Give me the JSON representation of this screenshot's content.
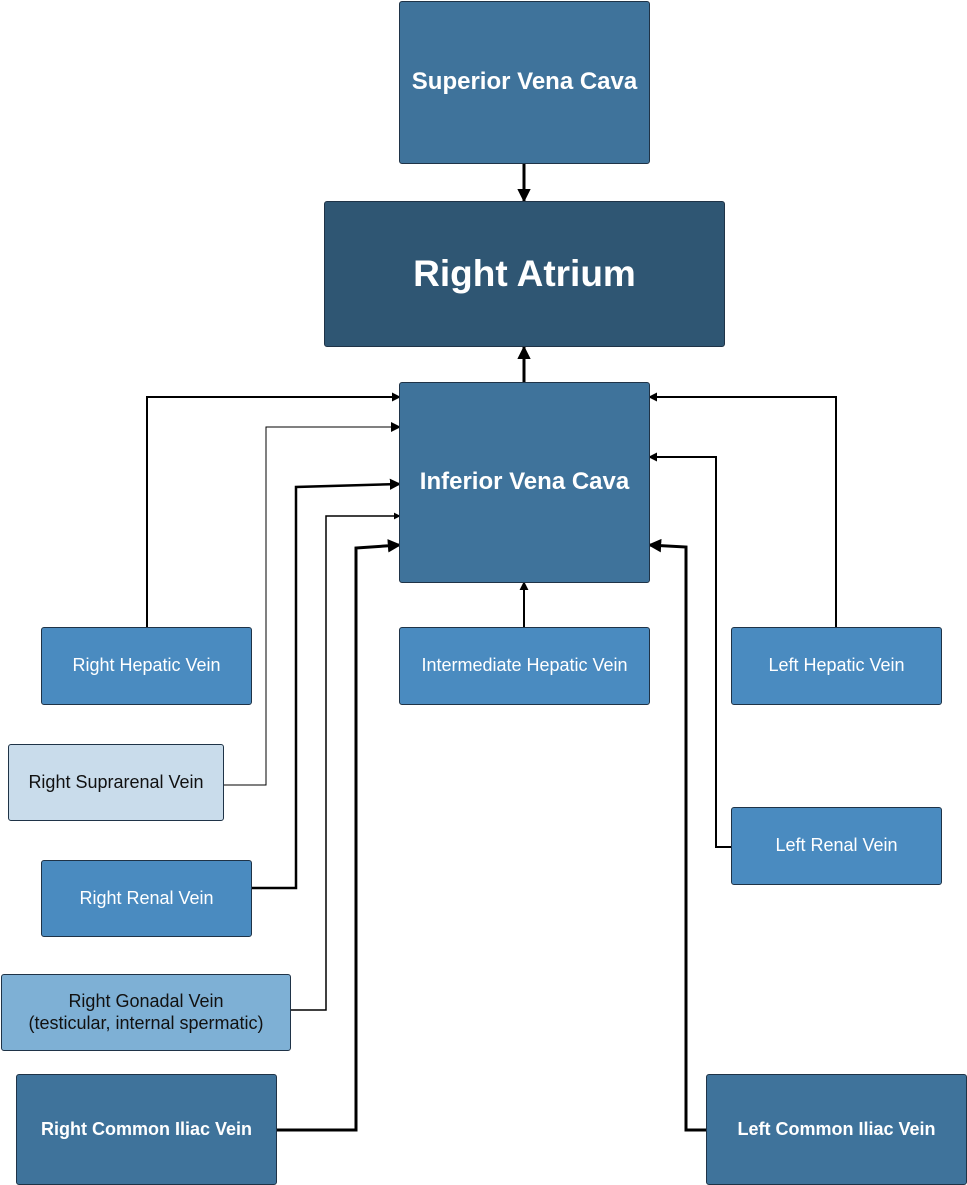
{
  "colors": {
    "atrium": "#2f5673",
    "main": "#3f739b",
    "secondary": "#4a8bc0",
    "light": "#c9dceb",
    "medium_light": "#7eb0d5",
    "edge": "#000000"
  },
  "nodes": {
    "superior_vena_cava": "Superior Vena Cava",
    "right_atrium": "Right Atrium",
    "inferior_vena_cava": "Inferior Vena Cava",
    "right_hepatic_vein": "Right Hepatic Vein",
    "intermediate_hepatic_vein": "Intermediate Hepatic Vein",
    "left_hepatic_vein": "Left Hepatic Vein",
    "right_suprarenal_vein": "Right Suprarenal Vein",
    "right_renal_vein": "Right Renal Vein",
    "left_renal_vein": "Left Renal Vein",
    "right_gonadal_vein_line1": "Right Gonadal Vein",
    "right_gonadal_vein_line2": "(testicular, internal spermatic)",
    "right_common_iliac_vein": "Right Common Iliac Vein",
    "left_common_iliac_vein": "Left Common Iliac Vein"
  }
}
